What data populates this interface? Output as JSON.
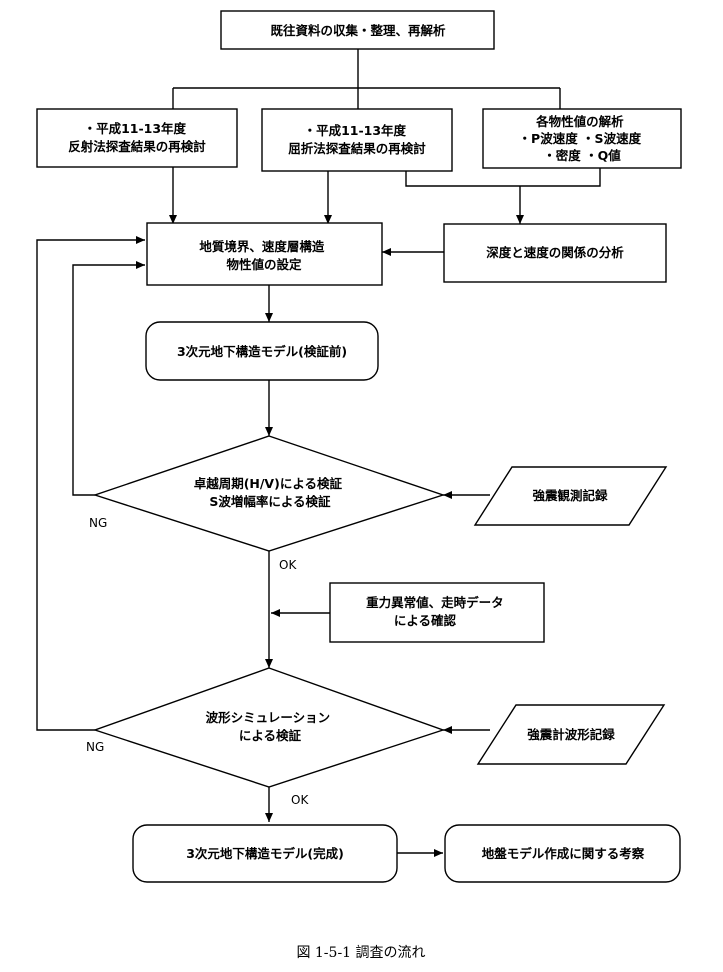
{
  "nodes": {
    "start": [
      "既往資料の収集・整理、再解析"
    ],
    "reflection": [
      "・平成11-13年度",
      "反射法探査結果の再検討"
    ],
    "refraction": [
      "・平成11-13年度",
      "屈折法探査結果の再検討"
    ],
    "properties": [
      "各物性値の解析",
      "・P波速度 ・S波速度",
      "・密度 ・Q値"
    ],
    "setting": [
      "地質境界、速度層構造",
      "物性値の設定"
    ],
    "depth": [
      "深度と速度の関係の分析"
    ],
    "model_pre": [
      "3次元地下構造モデル(検証前)"
    ],
    "verify1": [
      "卓越周期(H/V)による検証",
      "S波増幅率による検証"
    ],
    "strong_obs": [
      "強震観測記録"
    ],
    "gravity": [
      "重力異常値、走時データ",
      "による確認"
    ],
    "verify2": [
      "波形シミュレーション",
      "による検証"
    ],
    "strong_wave": [
      "強震計波形記録"
    ],
    "model_final": [
      "3次元地下構造モデル(完成)"
    ],
    "ground": [
      "地盤モデル作成に関する考察"
    ]
  },
  "labels": {
    "ng1": "NG",
    "ok1": "OK",
    "ng2": "NG",
    "ok2": "OK"
  },
  "caption": "図 1-5-1 調査の流れ"
}
